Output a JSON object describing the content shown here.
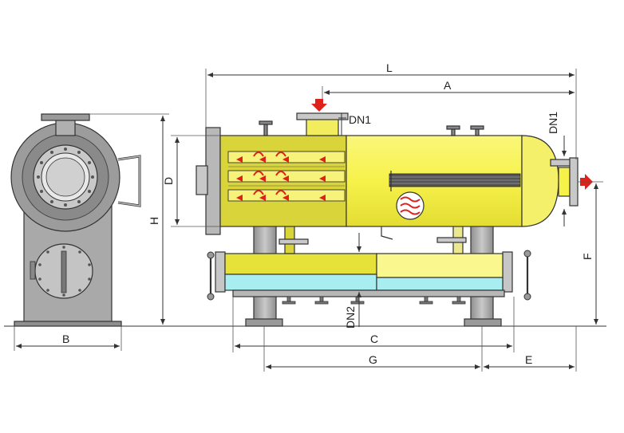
{
  "labels": {
    "L": "L",
    "A": "A",
    "DN1_top": "DN1",
    "DN1_right": "DN1",
    "D": "D",
    "H": "H",
    "F": "F",
    "B": "B",
    "C": "C",
    "G": "G",
    "E": "E",
    "DN2": "DN2"
  },
  "colors": {
    "vessel_fill": "#f6f24a",
    "vessel_dark": "#d9d33a",
    "water_fill": "#a8eef0",
    "steel": "#a8a8a8",
    "steel_dark": "#7c7c7c",
    "arrow_red": "#e0201a"
  }
}
